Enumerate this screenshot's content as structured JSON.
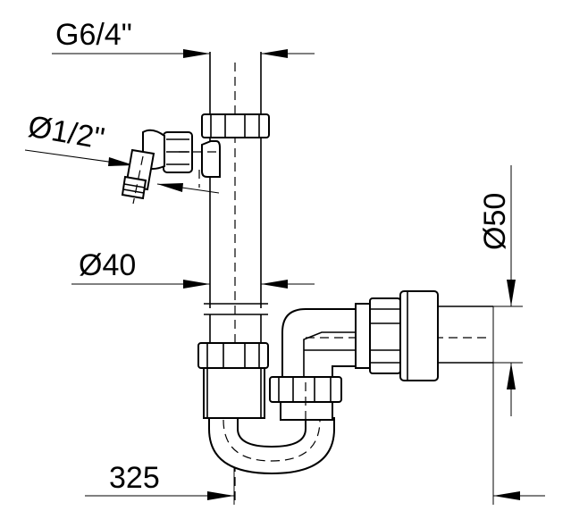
{
  "labels": {
    "inlet_thread": "G6/4\"",
    "side_inlet": "Ø1/2\"",
    "pipe_diameter": "Ø40",
    "outlet_diameter": "Ø50",
    "height": "325"
  }
}
